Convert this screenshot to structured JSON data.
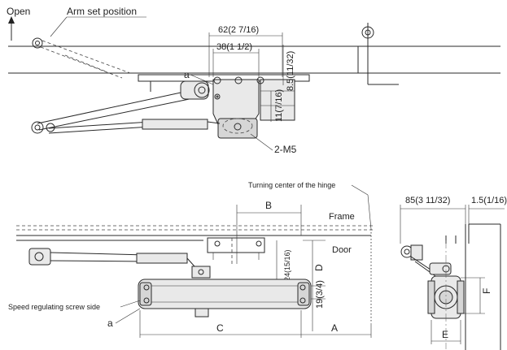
{
  "labels": {
    "open": "Open",
    "arm_set_position": "Arm set position",
    "dim_62": "62(2 7/16)",
    "dim_38": "38(1 1/2)",
    "dim_85_top": "8.5(11/32)",
    "dim_11": "11(7/16)",
    "mark_a_top": "a",
    "m5": "2-M5",
    "turning_center": "Turning center of the hinge",
    "frame": "Frame",
    "door": "Door",
    "dim_b": "B",
    "dim_d": "D",
    "dim_24": "24(15/16)",
    "dim_19": "19(3/4)",
    "speed_screw": "Speed regulating screw side",
    "mark_a_bottom": "a",
    "dim_c": "C",
    "dim_a": "A",
    "dim_85_side": "85(3 11/32)",
    "dim_15": "1.5(1/16)",
    "dim_f": "F",
    "dim_e": "E"
  }
}
